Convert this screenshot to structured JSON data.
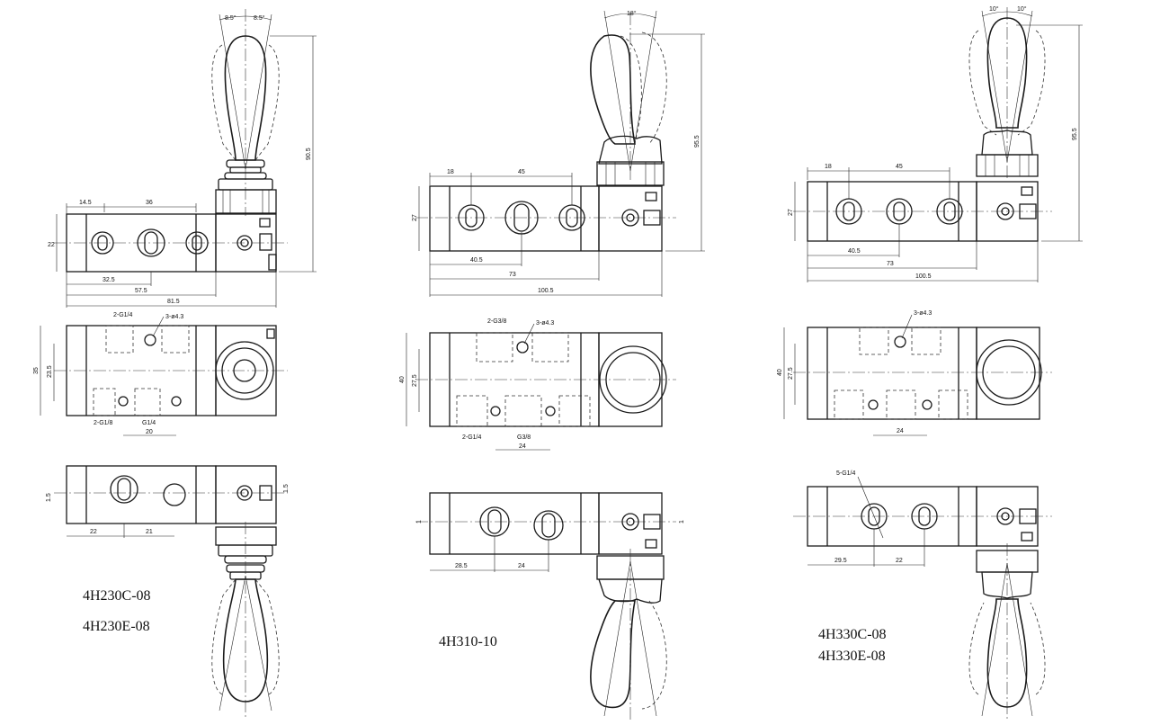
{
  "drawings": [
    {
      "models": [
        "4H230C-08",
        "4H230E-08"
      ],
      "dims": {
        "angle_left": "8.5°",
        "angle_right": "8.5°",
        "total_height": "90.5",
        "top_a": "14.5",
        "top_b": "36",
        "height": "22",
        "bot_a": "32.5",
        "bot_b": "57.5",
        "bot_c": "81.5",
        "port_top": "2-G1/4",
        "hole": "3-ø4.3",
        "body_w": "35",
        "body_inner": "23.5",
        "port_bot_a": "2-G1/8",
        "port_bot_b": "G1/4",
        "port_bot_c": "20",
        "offset_l": "1.5",
        "offset_r": "1.5",
        "bottom_a": "22",
        "bottom_b": "21"
      }
    },
    {
      "models": [
        "4H310-10"
      ],
      "dims": {
        "angle": "18°",
        "total_height": "95.5",
        "top_a": "18",
        "top_b": "45",
        "height": "27",
        "bot_a": "40.5",
        "bot_b": "73",
        "bot_c": "100.5",
        "port_top": "2-G3/8",
        "hole": "3-ø4.3",
        "body_w": "40",
        "body_inner": "27.5",
        "port_bot_a": "2-G1/4",
        "port_bot_b": "G3/8",
        "port_bot_c": "24",
        "offset_l": "1",
        "offset_r": "1",
        "bottom_a": "28.5",
        "bottom_b": "24"
      }
    },
    {
      "models": [
        "4H330C-08",
        "4H330E-08"
      ],
      "dims": {
        "angle_left": "10°",
        "angle_right": "10°",
        "total_height": "95.5",
        "top_a": "18",
        "top_b": "45",
        "height": "27",
        "bot_a": "40.5",
        "bot_b": "73",
        "bot_c": "100.5",
        "hole": "3-ø4.3",
        "body_w": "40",
        "body_inner": "27.5",
        "port_bot_c": "24",
        "port_side": "5-G1/4",
        "bottom_a": "29.5",
        "bottom_b": "22"
      }
    }
  ]
}
